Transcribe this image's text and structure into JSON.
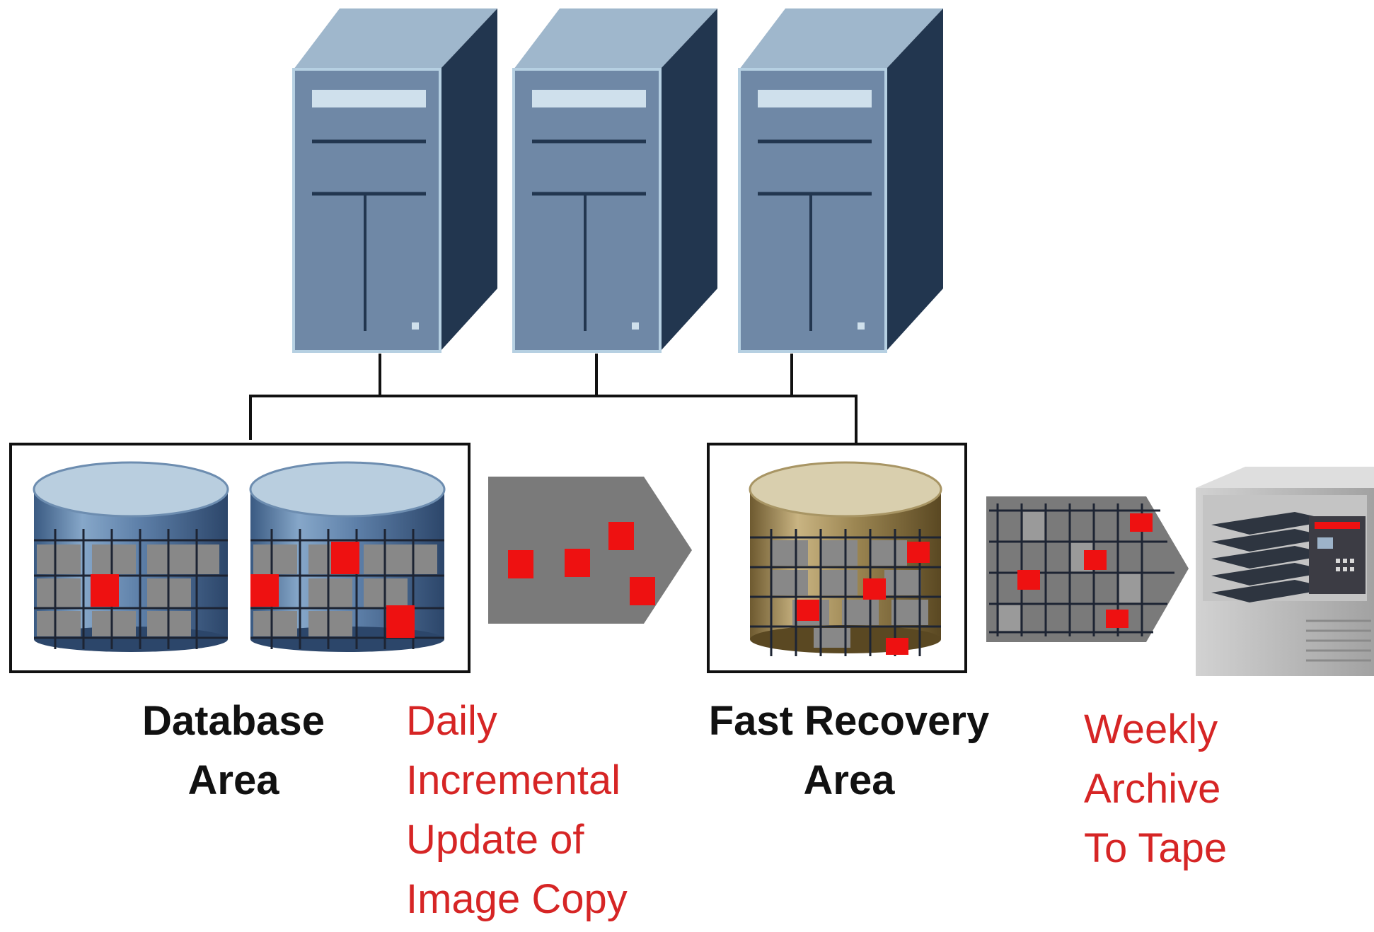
{
  "colors": {
    "server_front": "#6f88a6",
    "server_side": "#22364f",
    "server_top": "#9fb7cc",
    "server_slot": "#cfe0ec",
    "connector": "#111111",
    "database_area_disk": "#55779f",
    "fast_recovery_disk": "#8f7a4a",
    "block_grey": "#888888",
    "changed_block_red": "#ee1111",
    "arrow_grey": "#7a7a7a",
    "tape_library": "#b5b5b5",
    "label_text": "#111111",
    "step_text": "#d62525"
  },
  "icons": [
    "server-icon",
    "database-disk-icon",
    "fast-recovery-disk-icon",
    "tape-library-icon"
  ],
  "labels": {
    "database_area": [
      "Database",
      "Area"
    ],
    "fast_recovery_area": [
      "Fast Recovery",
      "Area"
    ],
    "daily_step": [
      "Daily",
      "Incremental",
      "Update of",
      "Image Copy"
    ],
    "weekly_step": [
      "Weekly",
      "Archive",
      "To Tape"
    ]
  }
}
